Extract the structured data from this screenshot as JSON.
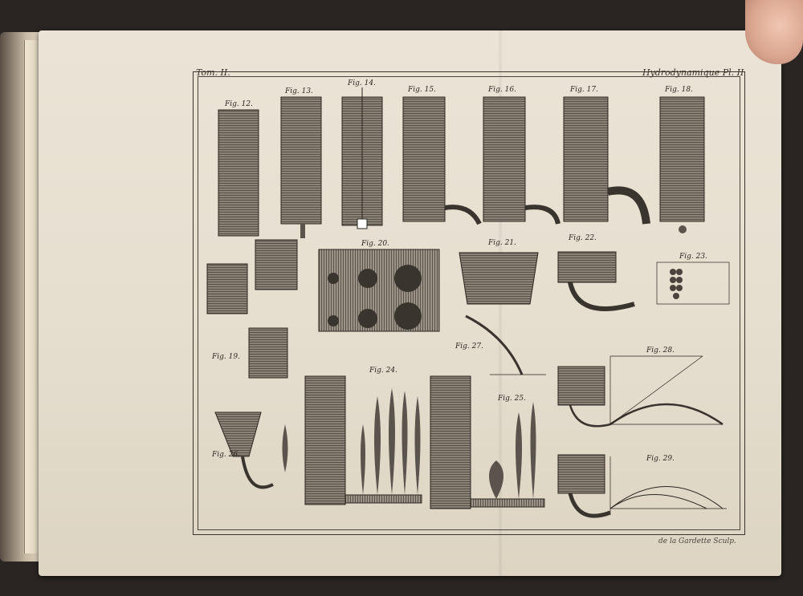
{
  "header": {
    "left": "Tom. II.",
    "right": "Hydrodynamique Pl. II"
  },
  "signature": "de la Gardette Sculp.",
  "figures": [
    {
      "id": "fig12",
      "label": "Fig. 12."
    },
    {
      "id": "fig13",
      "label": "Fig. 13."
    },
    {
      "id": "fig14",
      "label": "Fig. 14."
    },
    {
      "id": "fig15",
      "label": "Fig. 15."
    },
    {
      "id": "fig16",
      "label": "Fig. 16."
    },
    {
      "id": "fig17",
      "label": "Fig. 17."
    },
    {
      "id": "fig18",
      "label": "Fig. 18."
    },
    {
      "id": "fig19",
      "label": "Fig. 19."
    },
    {
      "id": "fig20",
      "label": "Fig. 20."
    },
    {
      "id": "fig21",
      "label": "Fig. 21."
    },
    {
      "id": "fig22",
      "label": "Fig. 22."
    },
    {
      "id": "fig23",
      "label": "Fig. 23."
    },
    {
      "id": "fig24",
      "label": "Fig. 24."
    },
    {
      "id": "fig25",
      "label": "Fig. 25."
    },
    {
      "id": "fig26",
      "label": "Fig. 26."
    },
    {
      "id": "fig27",
      "label": "Fig. 27."
    },
    {
      "id": "fig28",
      "label": "Fig. 28."
    },
    {
      "id": "fig29",
      "label": "Fig. 29."
    }
  ],
  "colors": {
    "paper": "#e6dfd0",
    "ink": "#2a251f",
    "background": "#2a2522"
  }
}
